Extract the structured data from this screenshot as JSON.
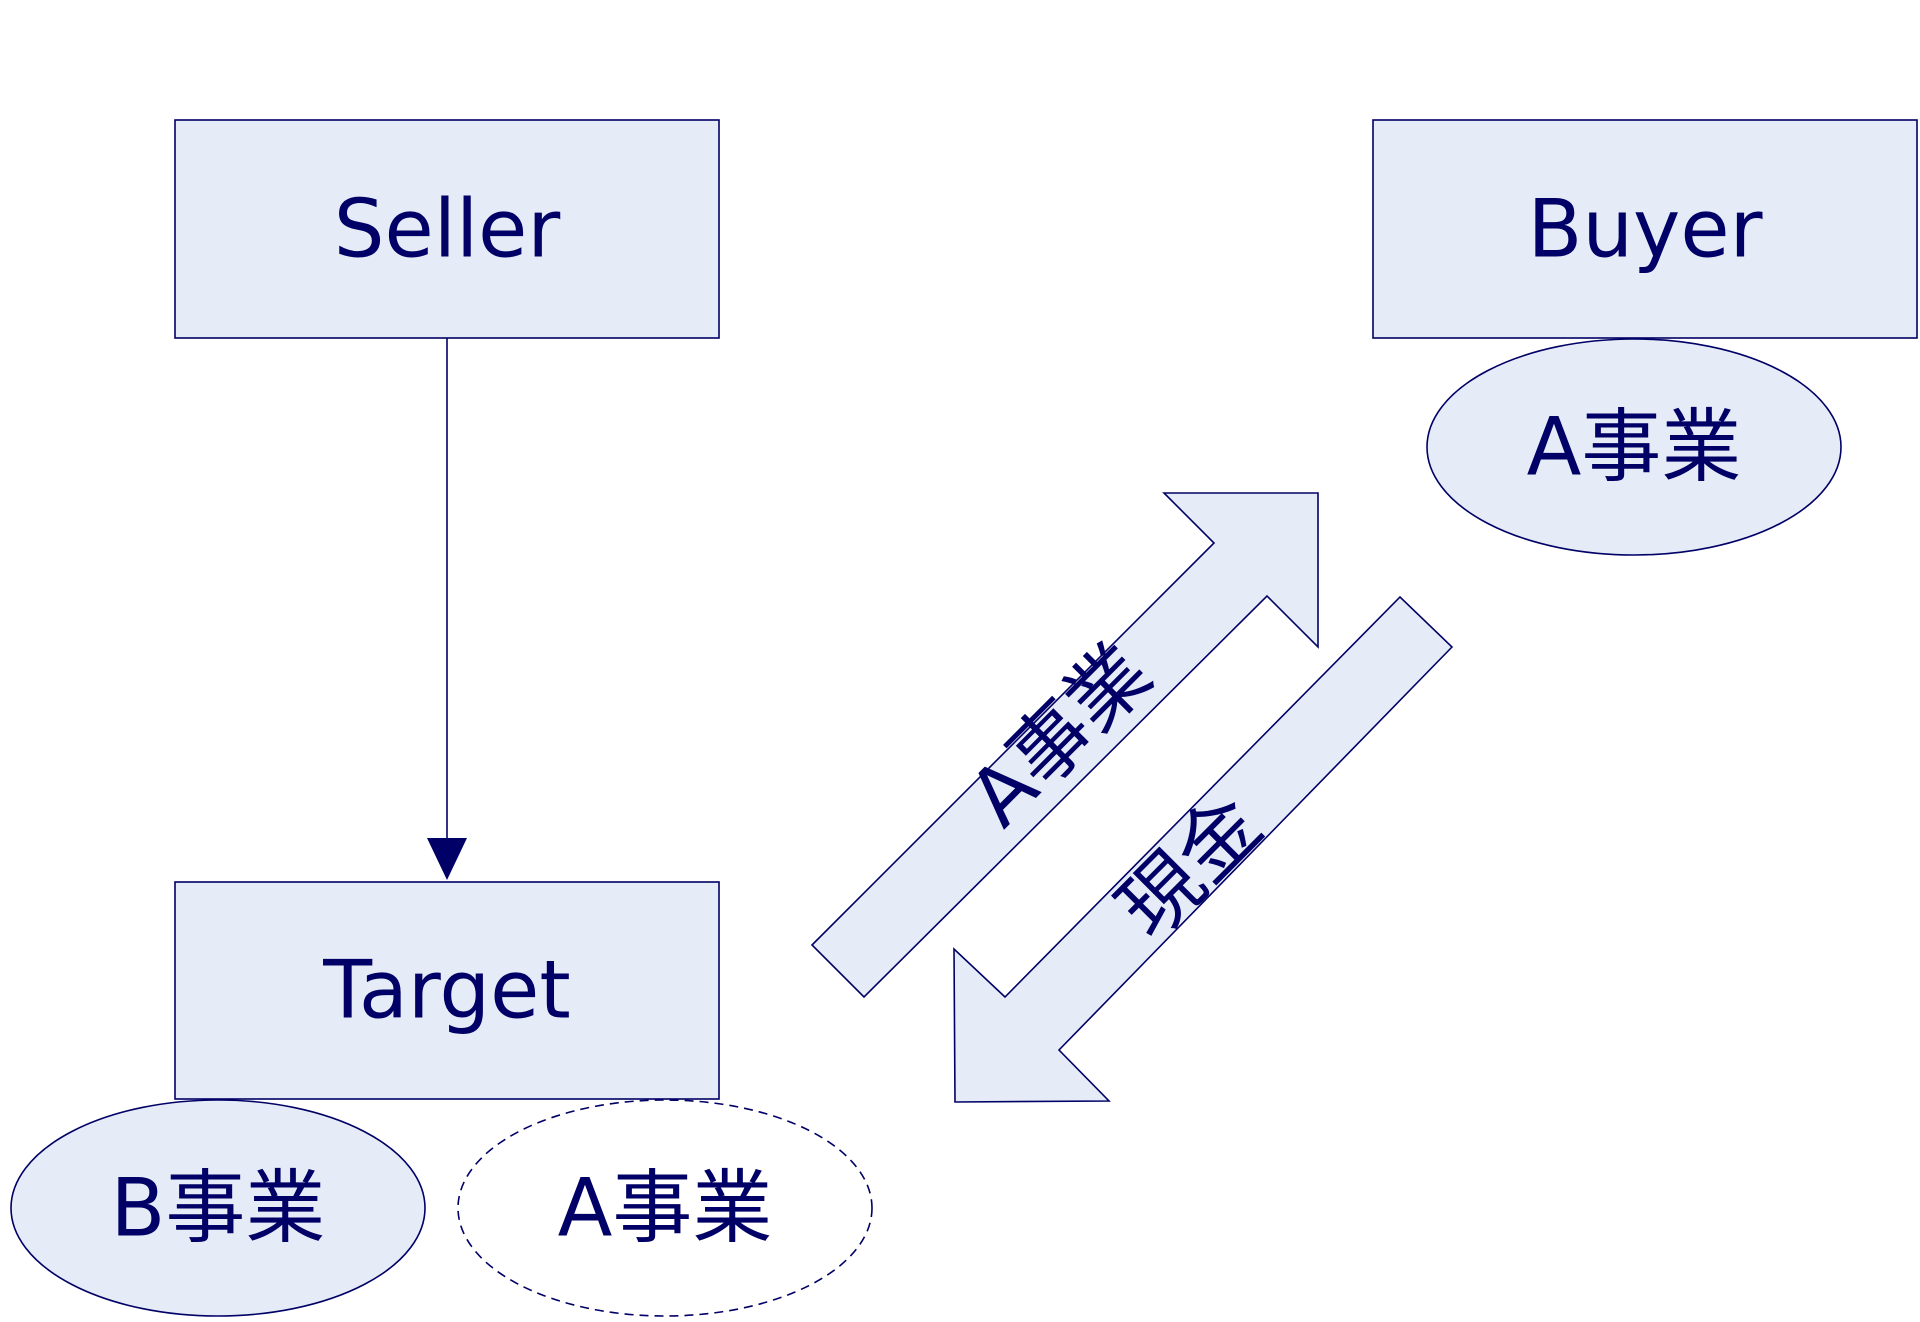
{
  "colors": {
    "fill": "#e6ecf7",
    "stroke": "#000066",
    "text": "#000066",
    "background": "#ffffff"
  },
  "nodes": {
    "seller": {
      "label": "Seller"
    },
    "buyer": {
      "label": "Buyer"
    },
    "target": {
      "label": "Target"
    },
    "buyer_business_a": {
      "label": "A事業"
    },
    "target_business_b": {
      "label": "B事業"
    },
    "target_business_a": {
      "label": "A事業"
    }
  },
  "flows": {
    "business_transfer": {
      "label": "A事業"
    },
    "cash_payment": {
      "label": "現金"
    }
  },
  "edges": [
    {
      "from": "seller",
      "to": "target",
      "style": "solid-arrow"
    }
  ]
}
